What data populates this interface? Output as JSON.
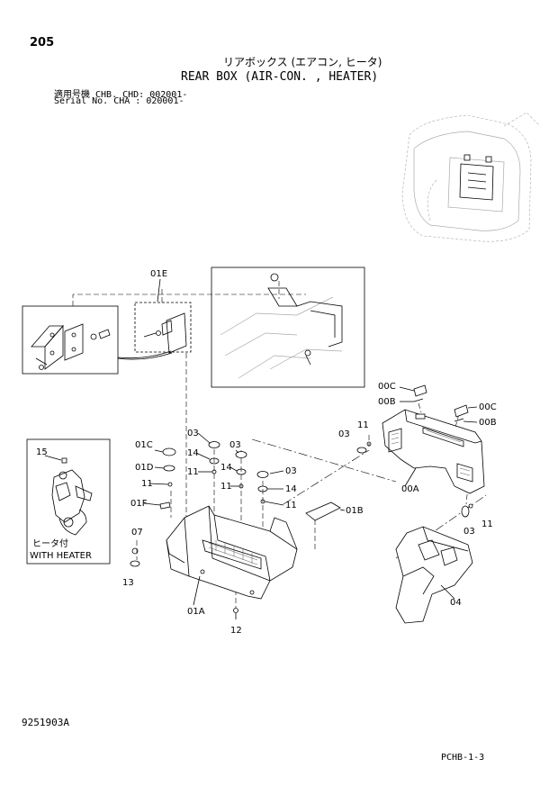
{
  "header": {
    "page_number": "205",
    "title_jp": "リアボックス (エアコン, ヒータ)",
    "title_en": "REAR BOX (AIR-CON. , HEATER)",
    "serial_line_1": "適用号機  CHB. CHD: 002001-",
    "serial_line_2": "Serial No. CHA     : 020001-"
  },
  "inset_heater": {
    "label_jp": "ヒータ付",
    "label_en": "WITH HEATER"
  },
  "part_labels": {
    "p01E": "01E",
    "p01C": "01C",
    "p01D": "01D",
    "p01F": "01F",
    "p01A": "01A",
    "p01B": "01B",
    "p00A": "00A",
    "p00B_left": "00B",
    "p00C_left": "00C",
    "p00B_right": "00B",
    "p00C_right": "00C",
    "p03_a": "03",
    "p03_b": "03",
    "p03_c": "03",
    "p03_d": "03",
    "p03_e": "03",
    "p04": "04",
    "p07": "07",
    "p11_a": "11",
    "p11_b": "11",
    "p11_c": "11",
    "p11_d": "11",
    "p11_e": "11",
    "p11_f": "11",
    "p12": "12",
    "p13": "13",
    "p14_a": "14",
    "p14_b": "14",
    "p14_c": "14",
    "p15": "15"
  },
  "footer": {
    "drawing_number": "9251903A",
    "page_code": "PCHB-1-3"
  }
}
